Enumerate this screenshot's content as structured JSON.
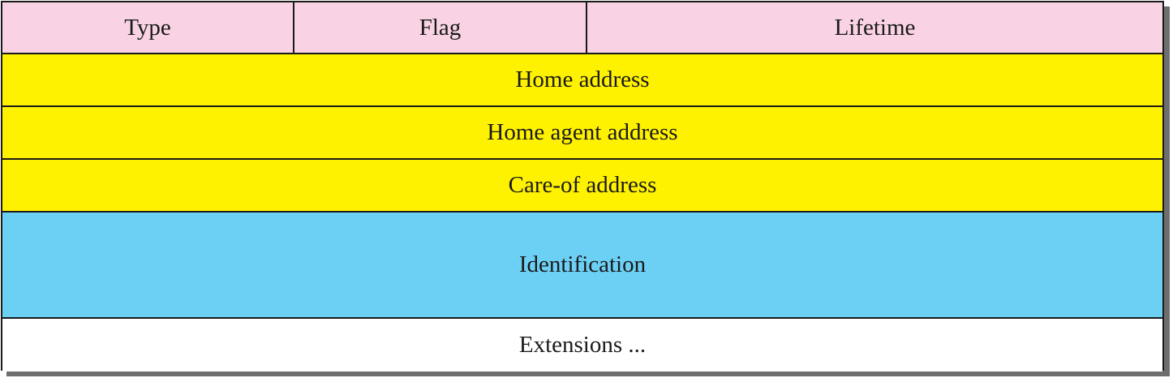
{
  "colors": {
    "header": "#f9d3e4",
    "address": "#fff200",
    "identification": "#6cd0f5",
    "extensions": "#ffffff"
  },
  "fields": {
    "type": "Type",
    "flag": "Flag",
    "lifetime": "Lifetime",
    "home_address": "Home address",
    "home_agent_address": "Home agent address",
    "care_of_address": "Care-of address",
    "identification": "Identification",
    "extensions": "Extensions ..."
  }
}
